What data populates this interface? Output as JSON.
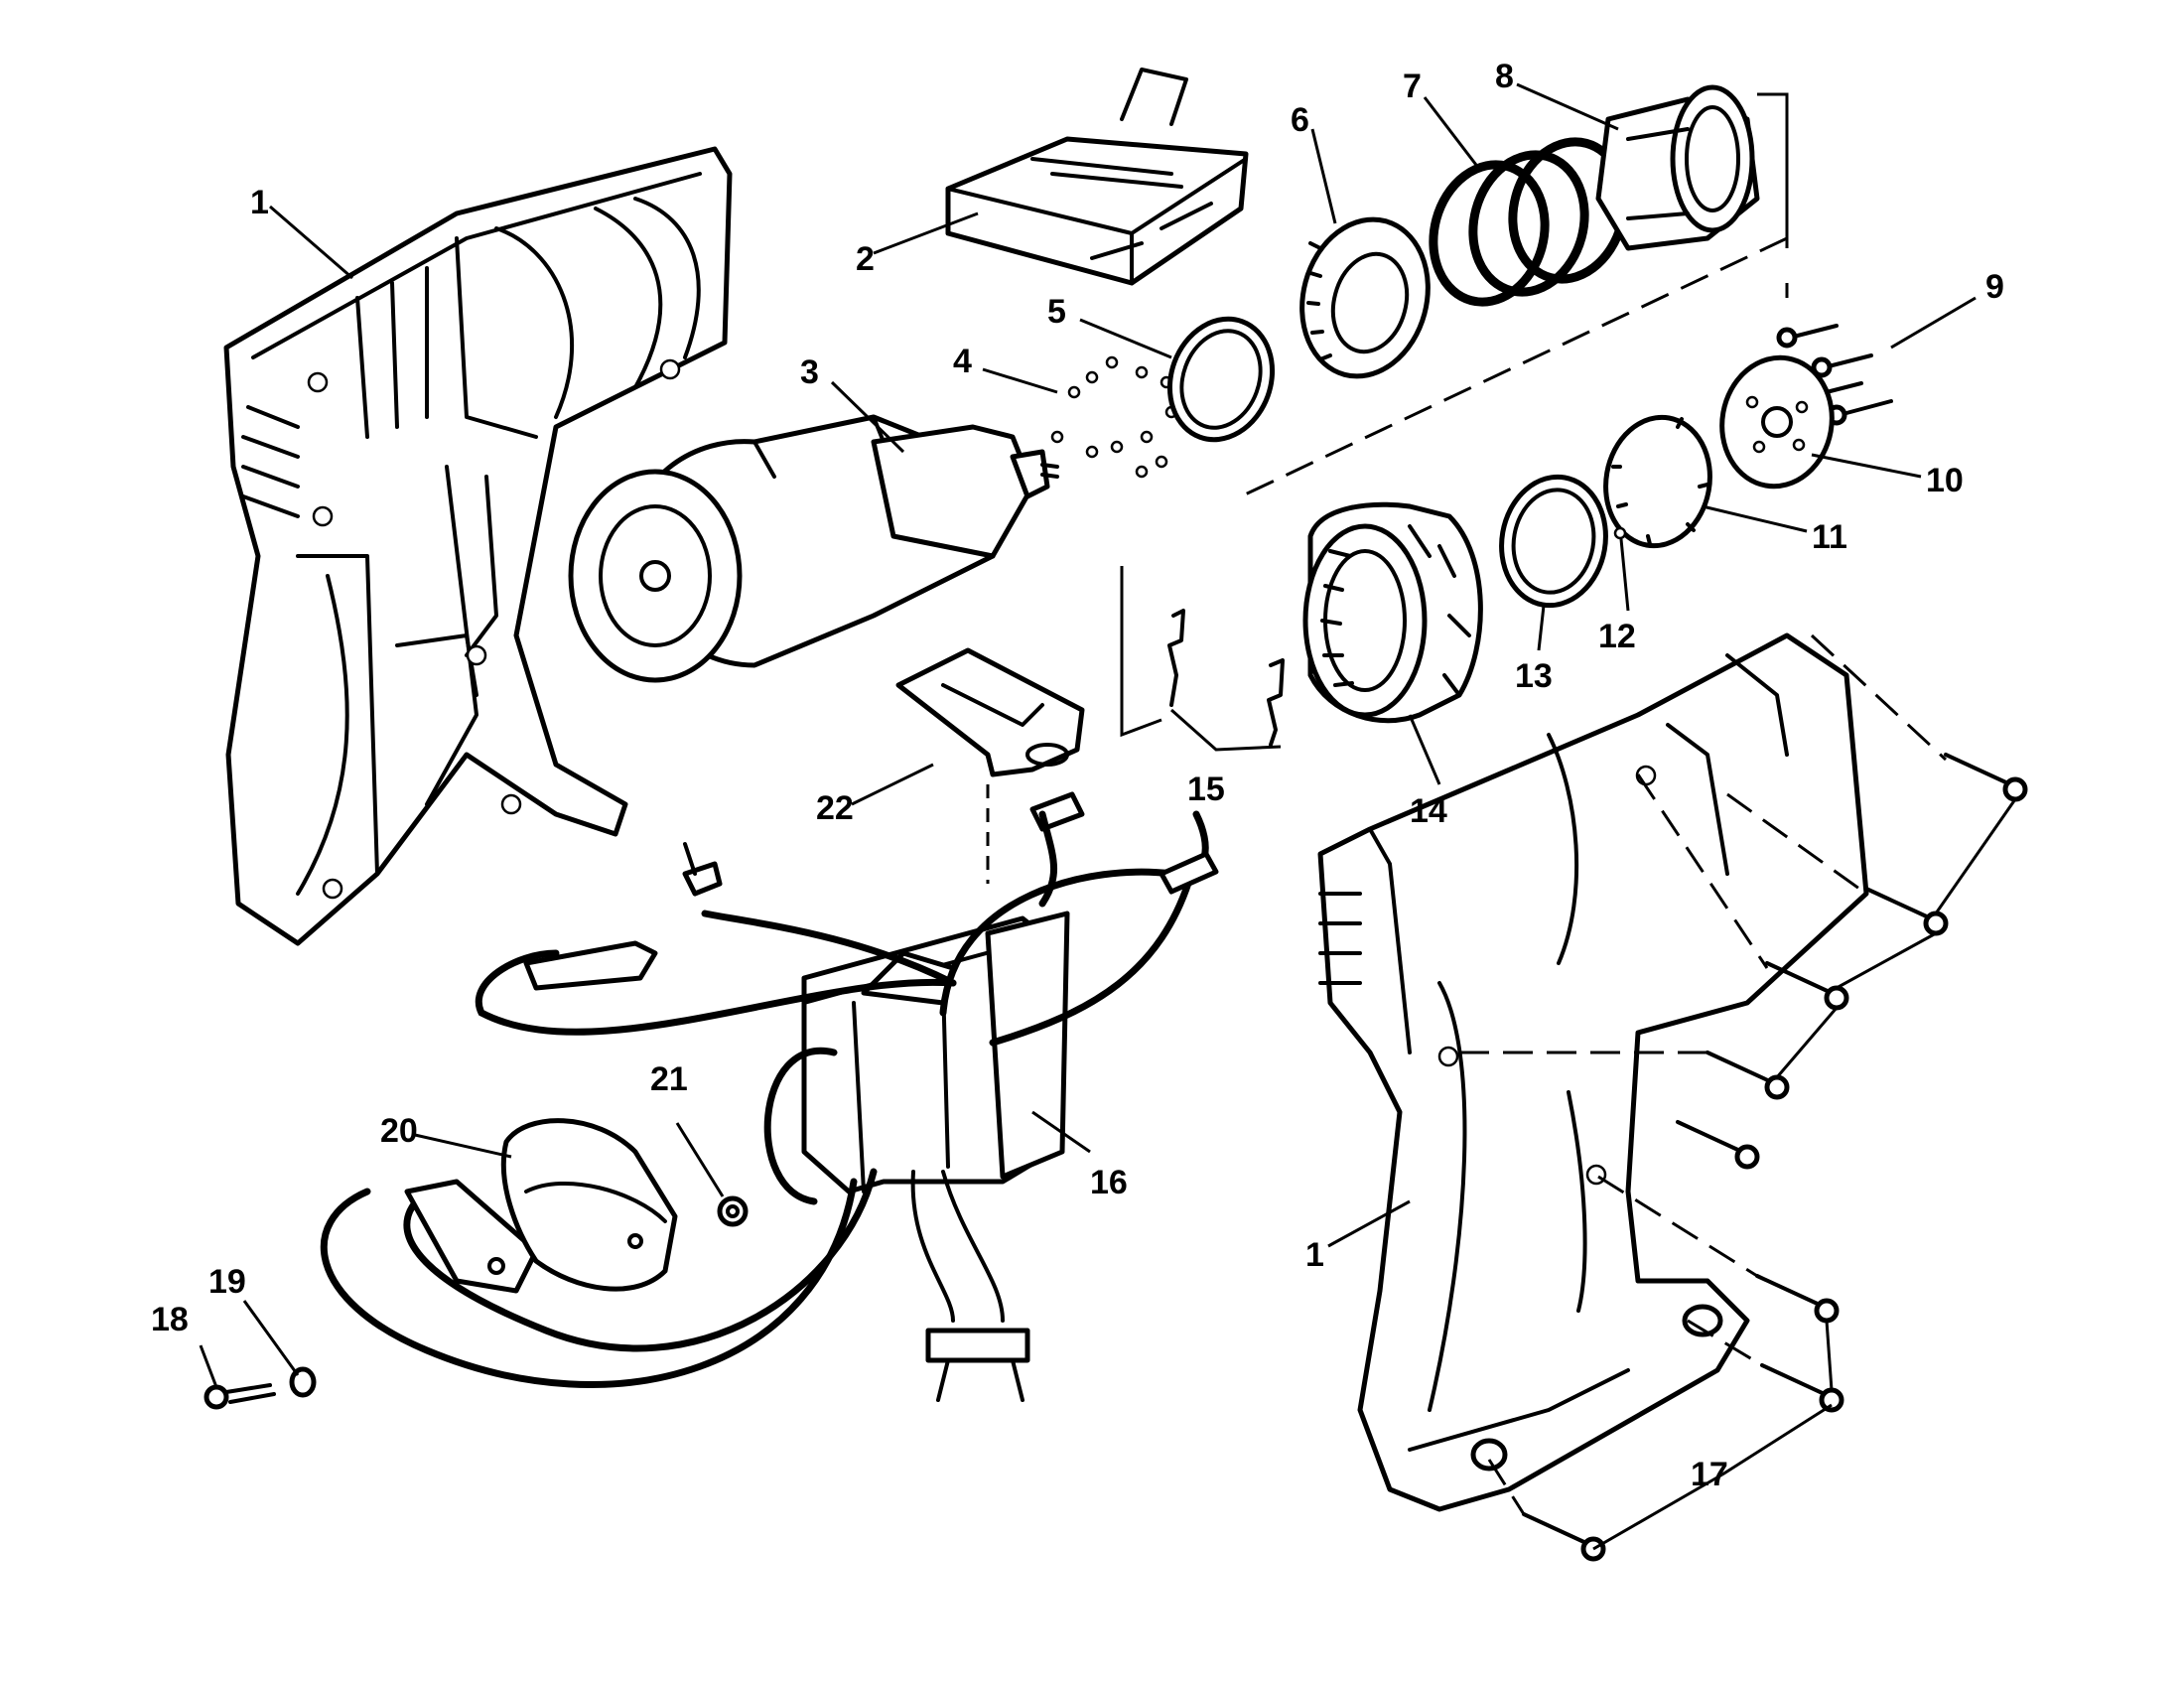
{
  "diagram": {
    "callouts": [
      {
        "id": "c1a",
        "text": "1"
      },
      {
        "id": "c1b",
        "text": "1"
      },
      {
        "id": "c2",
        "text": "2"
      },
      {
        "id": "c3",
        "text": "3"
      },
      {
        "id": "c4",
        "text": "4"
      },
      {
        "id": "c5",
        "text": "5"
      },
      {
        "id": "c6",
        "text": "6"
      },
      {
        "id": "c7",
        "text": "7"
      },
      {
        "id": "c8",
        "text": "8"
      },
      {
        "id": "c9",
        "text": "9"
      },
      {
        "id": "c10",
        "text": "10"
      },
      {
        "id": "c11",
        "text": "11"
      },
      {
        "id": "c12",
        "text": "12"
      },
      {
        "id": "c13",
        "text": "13"
      },
      {
        "id": "c14",
        "text": "14"
      },
      {
        "id": "c15",
        "text": "15"
      },
      {
        "id": "c16",
        "text": "16"
      },
      {
        "id": "c17",
        "text": "17"
      },
      {
        "id": "c18",
        "text": "18"
      },
      {
        "id": "c19",
        "text": "19"
      },
      {
        "id": "c20",
        "text": "20"
      },
      {
        "id": "c21",
        "text": "21"
      },
      {
        "id": "c22",
        "text": "22"
      }
    ]
  }
}
